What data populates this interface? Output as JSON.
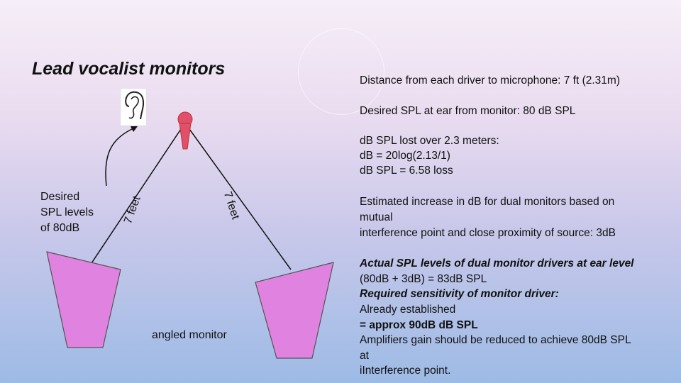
{
  "title": "Lead vocalist monitors",
  "info": {
    "distance": "Distance from each driver to microphone: 7 ft (2.31m)",
    "desired_spl": "Desired SPL at ear from monitor: 80 dB SPL",
    "lost_1": "dB SPL lost over 2.3 meters:",
    "lost_2": "dB = 20log(2.13/1)",
    "lost_3": "dB SPL = 6.58 loss",
    "est_1": "Estimated increase in dB for dual monitors based on",
    "est_2": "mutual",
    "est_3": "interference point and close proximity of source: 3dB",
    "actual_1": "Actual SPL levels of dual monitor drivers at ear level",
    "actual_2": "(80dB + 3dB) = 83dB SPL",
    "required": "Required sensitivity of monitor driver:",
    "already": "Already established",
    "approx": "= approx 90dB dB SPL",
    "amp_1": "Amplifiers gain should be reduced to achieve 80dB SPL",
    "amp_2": "at",
    "amp_3": "iInterference point."
  },
  "diagram": {
    "desired_1": "Desired",
    "desired_2": "SPL levels",
    "desired_3": "of 80dB",
    "left_distance": "7 feet",
    "right_distance": "7 feet",
    "monitor_label": "angled monitor"
  },
  "colors": {
    "monitor_fill": "#e082e0",
    "monitor_stroke": "#555555",
    "mic_color": "#e0506a"
  },
  "icons": [
    "ear-icon",
    "microphone-icon"
  ]
}
